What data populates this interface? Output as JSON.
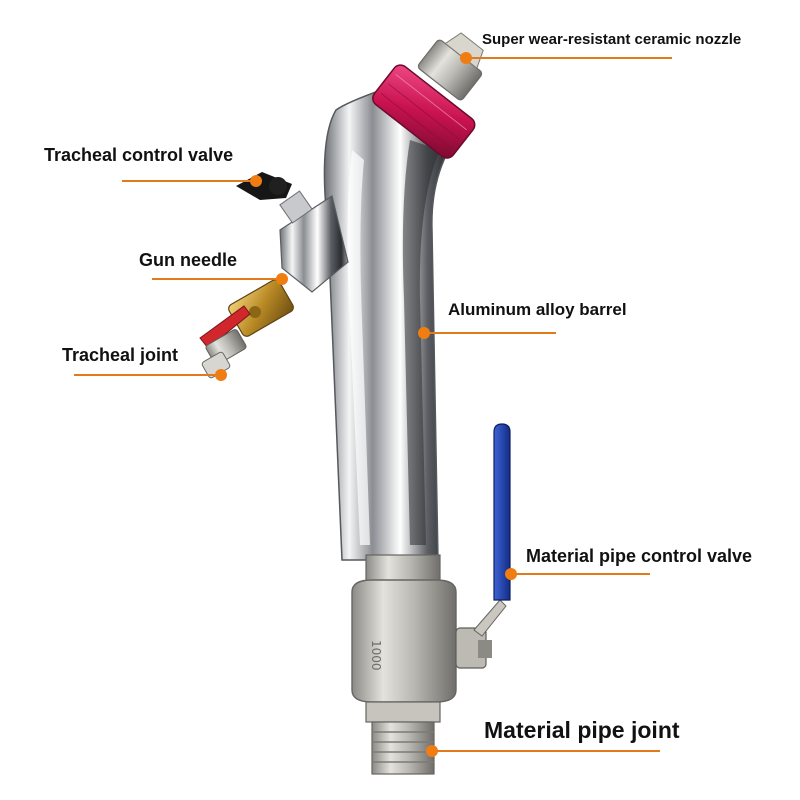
{
  "labels": {
    "nozzle": "Super wear-resistant ceramic nozzle",
    "tracheal_control_valve": "Tracheal control valve",
    "gun_needle": "Gun needle",
    "aluminum_barrel": "Aluminum alloy barrel",
    "tracheal_joint": "Tracheal joint",
    "material_pipe_control_valve": "Material pipe control valve",
    "material_pipe_joint": "Material pipe joint"
  },
  "colors": {
    "leader_line": "#e07a1a",
    "marker": "#f07d12",
    "nozzle_cap": "#d4145a",
    "valve_handle": "#1d3fa8",
    "small_valve_handle": "#d0262c",
    "brass": "#c9a03a",
    "chrome": "#c9ccd0"
  },
  "stamp": "1000"
}
